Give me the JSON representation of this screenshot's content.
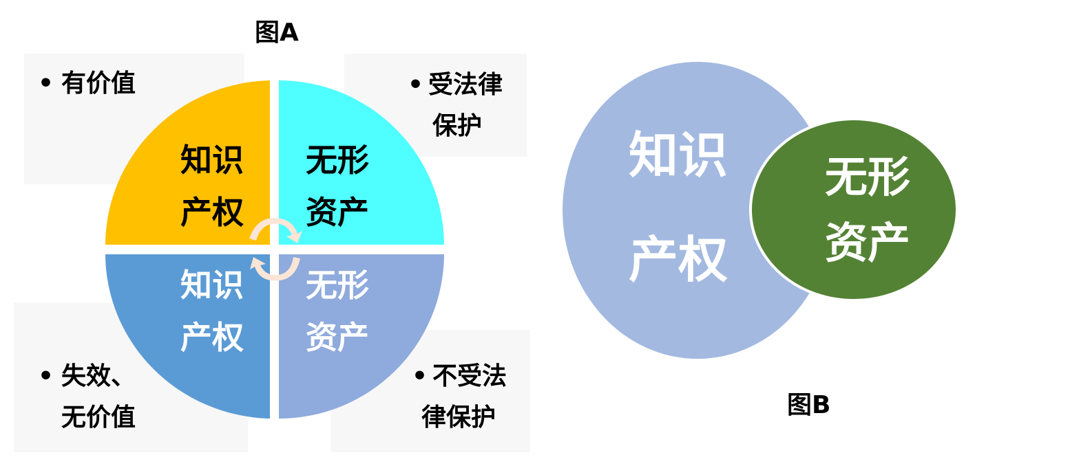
{
  "figure_a": {
    "title": "图A",
    "quadrants": {
      "top_left": {
        "line1": "知识",
        "line2": "产权",
        "color": "#FFC000"
      },
      "top_right": {
        "line1": "无形",
        "line2": "资产",
        "color": "#4FFFFF"
      },
      "bottom_left": {
        "line1": "知识",
        "line2": "产权",
        "color": "#5B9BD5"
      },
      "bottom_right": {
        "line1": "无形",
        "line2": "资产",
        "color": "#8FAADC"
      }
    },
    "notes": {
      "top_left": {
        "bullet": "•",
        "line1": "有价值"
      },
      "top_right": {
        "bullet": "•",
        "line1": "受法律",
        "line2": "保护"
      },
      "bottom_left": {
        "bullet": "•",
        "line1": "失效、",
        "line2": "无价值"
      },
      "bottom_right": {
        "bullet": "•",
        "line1": "不受法",
        "line2": "律保护"
      }
    },
    "arrow_color": "#FBE5D6"
  },
  "figure_b": {
    "title": "图B",
    "large_circle": {
      "line1": "知识",
      "line2": "产权",
      "color": "#A3B9E0"
    },
    "small_circle": {
      "line1": "无形",
      "line2": "资产",
      "color": "#548235"
    }
  }
}
